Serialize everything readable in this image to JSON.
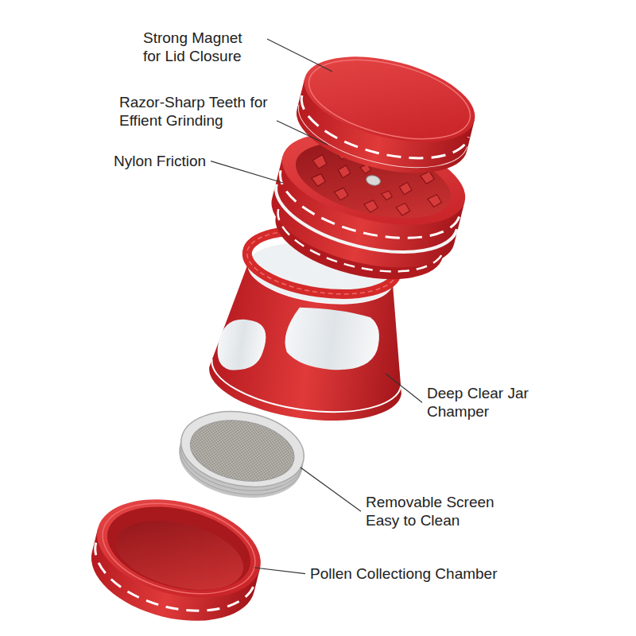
{
  "diagram": {
    "labels": [
      "Strong Magnet for Lid Closure",
      "Razor-Sharp Teeth for Effient Grinding",
      "Nylon Friction",
      "Deep Clear Jar Champer",
      "Removable Screen Easy to Clean",
      "Pollen Collectiong Chamber"
    ]
  }
}
